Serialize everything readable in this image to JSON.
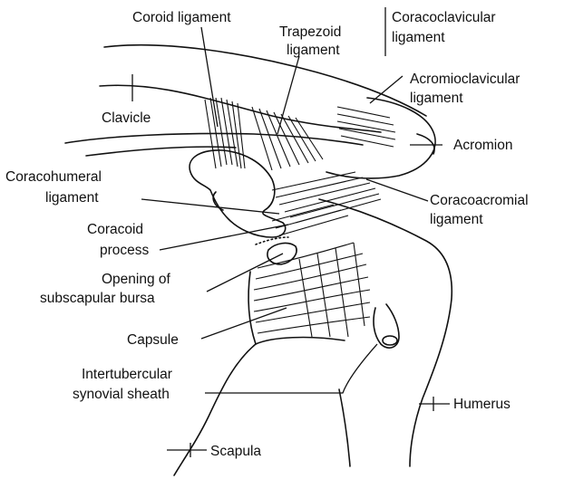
{
  "labels": {
    "coroid_ligament": "Coroid ligament",
    "trapezoid_ligament_1": "Trapezoid",
    "trapezoid_ligament_2": "ligament",
    "coracoclavicular_ligament_1": "Coracoclavicular",
    "coracoclavicular_ligament_2": "ligament",
    "acromioclavicular_ligament_1": "Acromioclavicular",
    "acromioclavicular_ligament_2": "ligament",
    "clavicle": "Clavicle",
    "acromion": "Acromion",
    "coracohumeral_ligament_1": "Coracohumeral",
    "coracohumeral_ligament_2": "ligament",
    "coracoacromial_ligament_1": "Coracoacromial",
    "coracoacromial_ligament_2": "ligament",
    "coracoid_process_1": "Coracoid",
    "coracoid_process_2": "process",
    "subscapular_bursa_1": "Opening of",
    "subscapular_bursa_2": "subscapular bursa",
    "capsule": "Capsule",
    "intertubercular_sheath_1": "Intertubercular",
    "intertubercular_sheath_2": "synovial sheath",
    "humerus": "Humerus",
    "scapula": "Scapula"
  }
}
